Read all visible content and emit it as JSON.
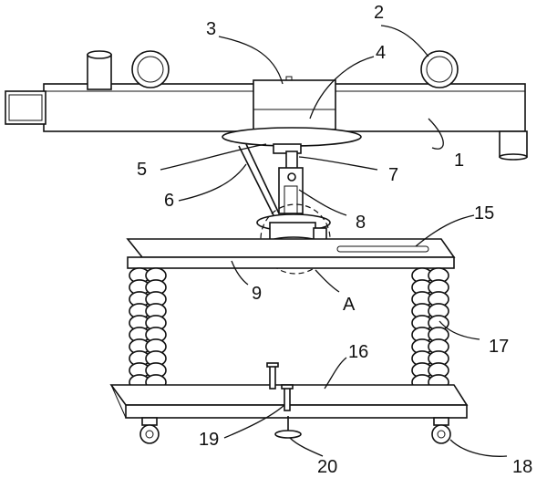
{
  "figure": {
    "callouts": [
      {
        "id": "c1",
        "text": "1"
      },
      {
        "id": "c2",
        "text": "2"
      },
      {
        "id": "c3",
        "text": "3"
      },
      {
        "id": "c4",
        "text": "4"
      },
      {
        "id": "c5",
        "text": "5"
      },
      {
        "id": "c6",
        "text": "6"
      },
      {
        "id": "c7",
        "text": "7"
      },
      {
        "id": "c8",
        "text": "8"
      },
      {
        "id": "c9",
        "text": "9"
      },
      {
        "id": "cA",
        "text": "A"
      },
      {
        "id": "c15",
        "text": "15"
      },
      {
        "id": "c16",
        "text": "16"
      },
      {
        "id": "c17",
        "text": "17"
      },
      {
        "id": "c18",
        "text": "18"
      },
      {
        "id": "c19",
        "text": "19"
      },
      {
        "id": "c20",
        "text": "20"
      }
    ]
  }
}
